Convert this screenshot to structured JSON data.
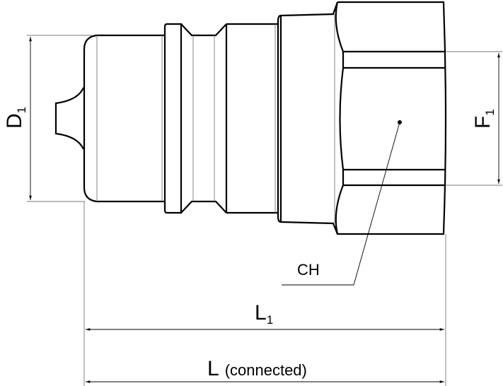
{
  "labels": {
    "d1_main": "D",
    "d1_sub": "1",
    "f1_main": "F",
    "f1_sub": "1",
    "ch": "CH",
    "l1_main": "L",
    "l1_sub": "1",
    "l_main": "L",
    "l_note": "(connected)"
  }
}
